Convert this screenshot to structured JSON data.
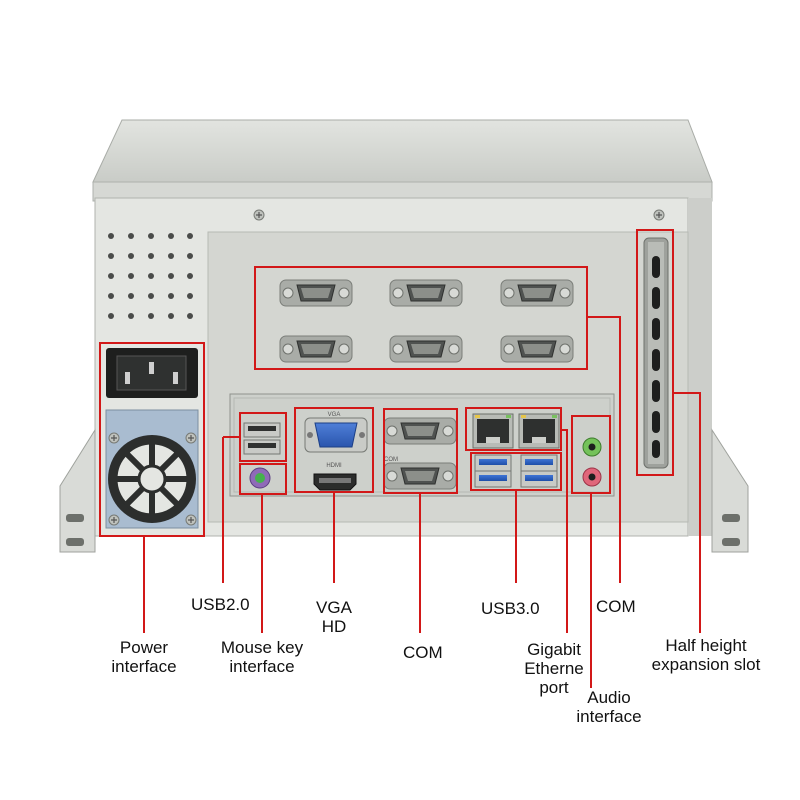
{
  "labels": {
    "usb2": "USB2.0",
    "vga_line1": "VGA",
    "vga_line2": "HD",
    "usb3": "USB3.0",
    "com_right": "COM",
    "power_line1": "Power",
    "power_line2": "interface",
    "mouse_line1": "Mouse key",
    "mouse_line2": "interface",
    "com_bottom": "COM",
    "gigabit_line1": "Gigabit",
    "gigabit_line2": "Etherne",
    "gigabit_line3": "port",
    "audio_line1": "Audio",
    "audio_line2": "interface",
    "expansion_line1": "Half height",
    "expansion_line2": "expansion slot"
  },
  "port_markings": {
    "vga": "VGA",
    "hdmi": "HDMI",
    "com": "COM"
  },
  "colors": {
    "callout": "#d21818",
    "chassis": "#e4e6e2",
    "panel": "#d4d6d1"
  }
}
